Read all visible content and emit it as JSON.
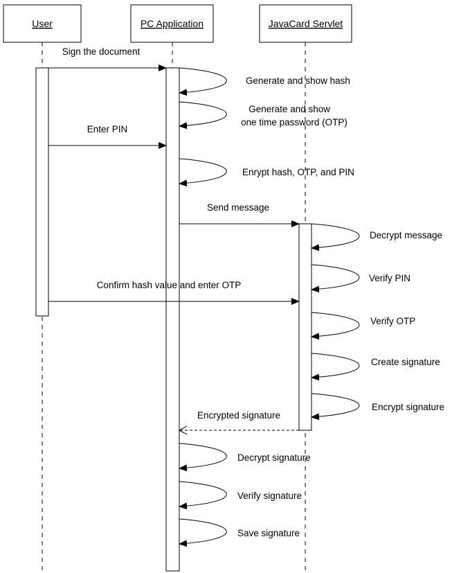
{
  "actors": [
    {
      "id": "user",
      "label": "User"
    },
    {
      "id": "pc",
      "label": "PC Application"
    },
    {
      "id": "card",
      "label": "JavaCard Servlet"
    }
  ],
  "messages": [
    {
      "label": "Sign the document",
      "from": "user",
      "to": "pc",
      "kind": "call"
    },
    {
      "label": "Generate and show hash",
      "from": "pc",
      "to": "pc",
      "kind": "self"
    },
    {
      "label": [
        "Generate and show",
        "one time password (OTP)"
      ],
      "from": "pc",
      "to": "pc",
      "kind": "self"
    },
    {
      "label": "Enter PIN",
      "from": "user",
      "to": "pc",
      "kind": "call"
    },
    {
      "label": "Enrypt hash, OTP, and PIN",
      "from": "pc",
      "to": "pc",
      "kind": "self"
    },
    {
      "label": "Send message",
      "from": "pc",
      "to": "card",
      "kind": "call"
    },
    {
      "label": "Decrypt message",
      "from": "card",
      "to": "card",
      "kind": "self"
    },
    {
      "label": "Verify PIN",
      "from": "card",
      "to": "card",
      "kind": "self"
    },
    {
      "label": "Confirm hash value and enter OTP",
      "from": "user",
      "to": "card",
      "kind": "call"
    },
    {
      "label": "Verify OTP",
      "from": "card",
      "to": "card",
      "kind": "self"
    },
    {
      "label": "Create signature",
      "from": "card",
      "to": "card",
      "kind": "self"
    },
    {
      "label": "Encrypt signature",
      "from": "card",
      "to": "card",
      "kind": "self"
    },
    {
      "label": "Encrypted signature",
      "from": "card",
      "to": "pc",
      "kind": "return"
    },
    {
      "label": "Decrypt signature",
      "from": "pc",
      "to": "pc",
      "kind": "self"
    },
    {
      "label": "Verify signature",
      "from": "pc",
      "to": "pc",
      "kind": "self"
    },
    {
      "label": "Save signature",
      "from": "pc",
      "to": "pc",
      "kind": "self"
    }
  ]
}
